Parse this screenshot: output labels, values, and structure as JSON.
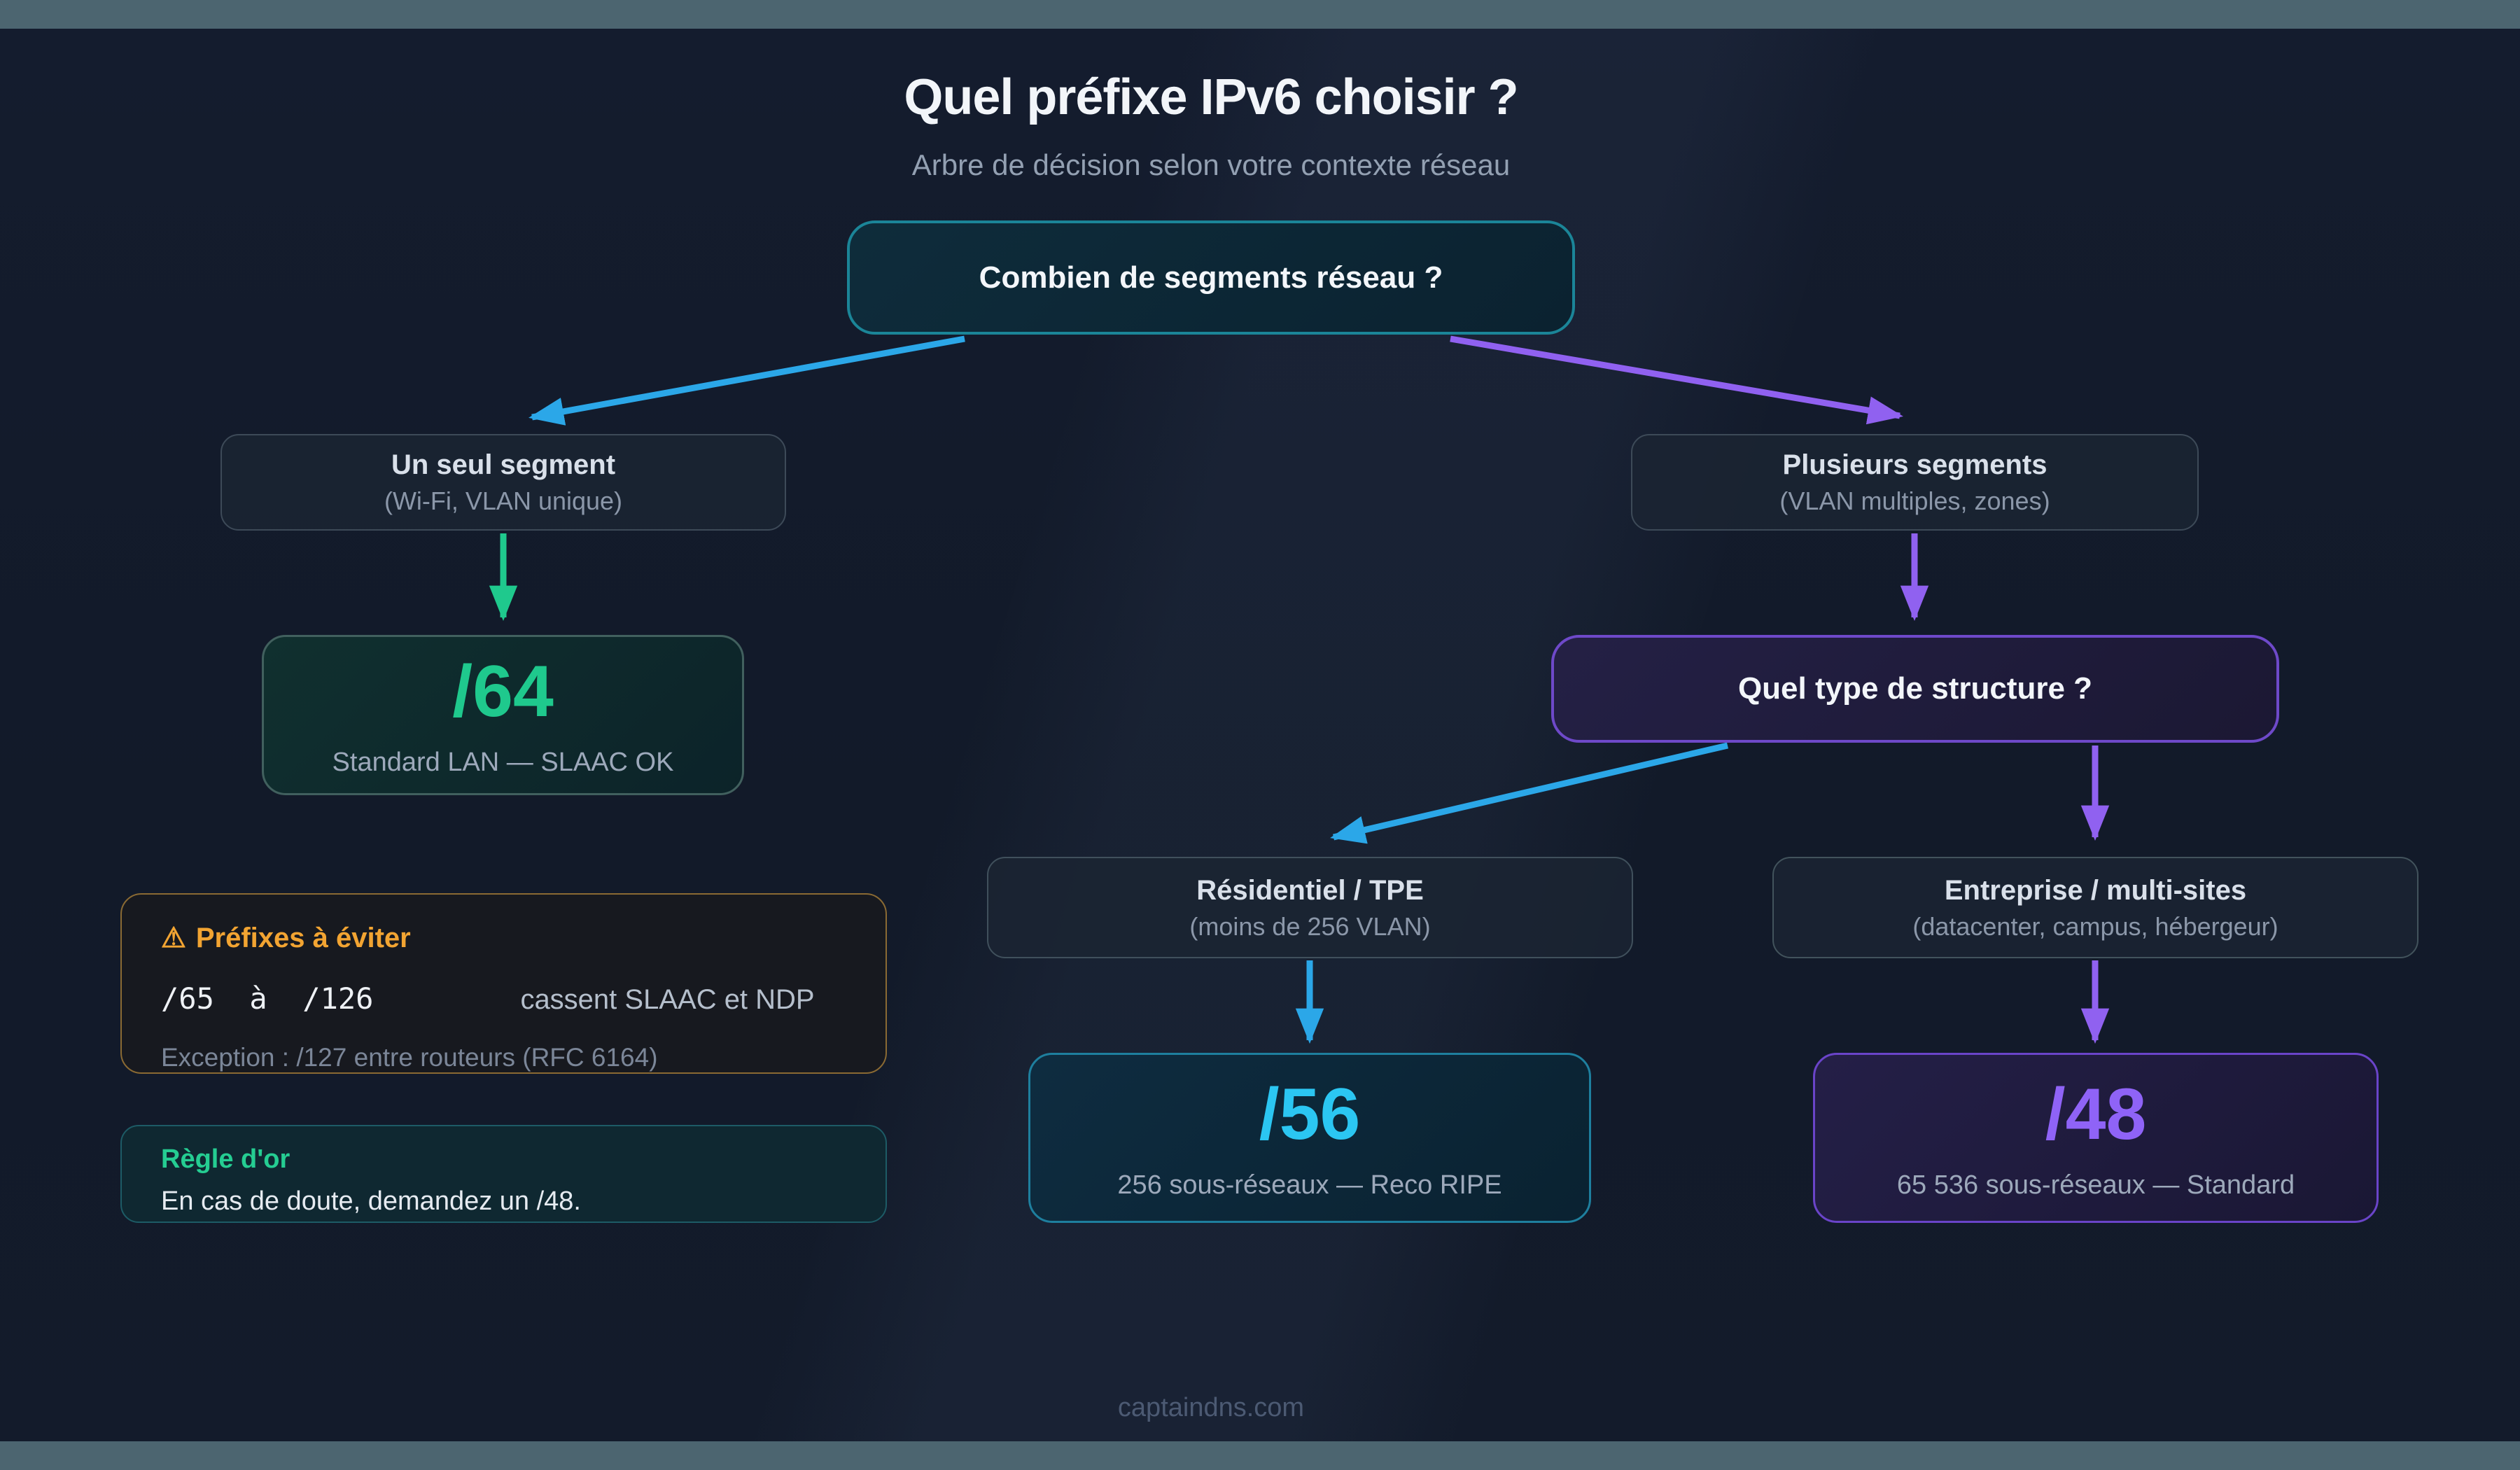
{
  "page": {
    "title": "Quel préfixe IPv6 choisir ?",
    "subtitle": "Arbre de décision selon votre contexte réseau",
    "footer": "captaindns.com"
  },
  "colors": {
    "edge_blue": "#2ba7e8",
    "edge_purple": "#9061f0",
    "edge_green": "#1fc98d",
    "accent_cyan": "#2bc6f2",
    "accent_green": "#1fc98d",
    "accent_purple": "#8f63f7",
    "accent_amber": "#f2a432",
    "frame_bar": "#4c6570"
  },
  "tree": {
    "root_question": {
      "label": "Combien de segments réseau ?"
    },
    "branch_single": {
      "title": "Un seul segment",
      "subtitle": "(Wi-Fi, VLAN unique)"
    },
    "branch_multi": {
      "title": "Plusieurs segments",
      "subtitle": "(VLAN multiples, zones)"
    },
    "result_64": {
      "prefix": "/64",
      "description": "Standard LAN — SLAAC OK"
    },
    "structure_question": {
      "label": "Quel type de structure ?"
    },
    "branch_residential": {
      "title": "Résidentiel / TPE",
      "subtitle": "(moins de 256 VLAN)"
    },
    "branch_enterprise": {
      "title": "Entreprise / multi-sites",
      "subtitle": "(datacenter, campus, hébergeur)"
    },
    "result_56": {
      "prefix": "/56",
      "description": "256 sous-réseaux — Reco RIPE"
    },
    "result_48": {
      "prefix": "/48",
      "description": "65 536 sous-réseaux — Standard"
    }
  },
  "callouts": {
    "avoid": {
      "icon": "⚠",
      "title": "Préfixes à éviter",
      "range_mono": "/65  à  /126",
      "consequence": "cassent SLAAC et NDP",
      "exception": "Exception : /127 entre routeurs (RFC 6164)"
    },
    "golden_rule": {
      "title": "Règle d'or",
      "body": "En cas de doute, demandez un /48."
    }
  }
}
